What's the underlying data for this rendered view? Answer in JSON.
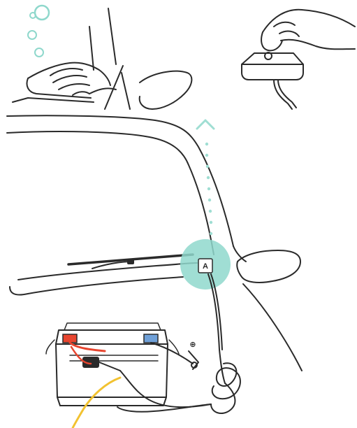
{
  "diagram": {
    "connection_point_label": "A",
    "positive_terminal_symbol": "⊕",
    "accent_color": "#8fd8cc",
    "dot_color": "#9fded3",
    "positive_wire_color": "#e8452f",
    "yellow_wire_color": "#f2c230",
    "terminal_cap_color": "#6fa0d8"
  },
  "panels": {
    "step_1": "clean-windshield",
    "step_2": "attach-mount",
    "step_3": "route-cable-to-battery"
  }
}
